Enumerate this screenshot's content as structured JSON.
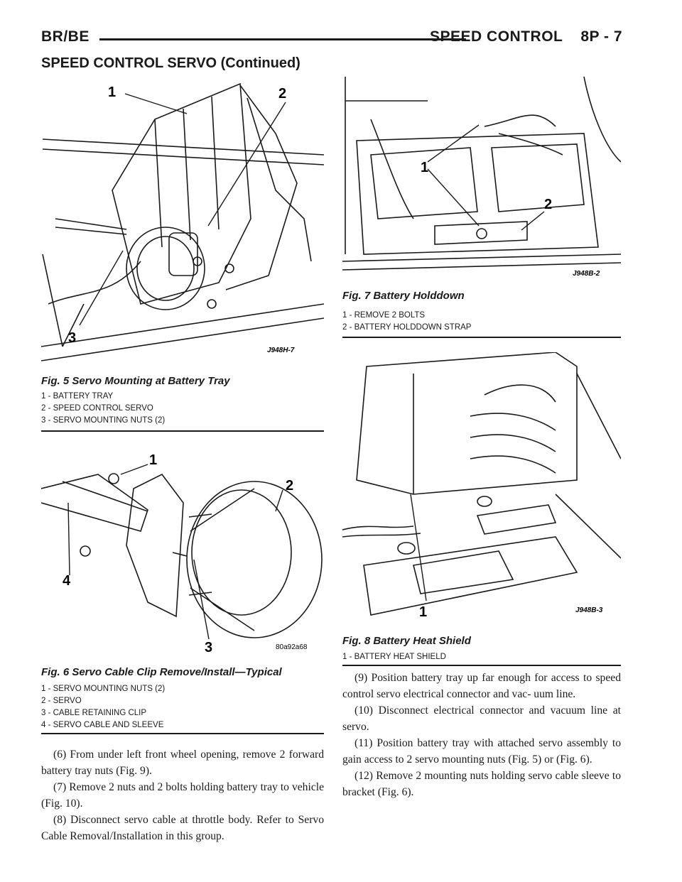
{
  "header": {
    "left": "BR/BE",
    "right_title": "SPEED CONTROL",
    "page_number": "8P - 7"
  },
  "section_title": "SPEED CONTROL SERVO (Continued)",
  "figures": {
    "fig5": {
      "code": "J948H-7",
      "caption": "Fig. 5 Servo Mounting at Battery Tray",
      "callouts": [
        "1",
        "2",
        "3"
      ],
      "legend": [
        "1 - BATTERY TRAY",
        "2 - SPEED CONTROL SERVO",
        "3 - SERVO MOUNTING NUTS (2)"
      ]
    },
    "fig6": {
      "code": "80a92a68",
      "caption": "Fig. 6 Servo Cable Clip Remove/Install—Typical",
      "callouts": [
        "1",
        "2",
        "3",
        "4"
      ],
      "legend": [
        "1 - SERVO MOUNTING NUTS (2)",
        "2 - SERVO",
        "3 - CABLE RETAINING CLIP",
        "4 - SERVO CABLE AND SLEEVE"
      ]
    },
    "fig7": {
      "code": "J948B-2",
      "caption": "Fig. 7 Battery Holddown",
      "callouts": [
        "1",
        "2"
      ],
      "legend": [
        "1 - REMOVE 2 BOLTS",
        "2 - BATTERY HOLDDOWN STRAP"
      ]
    },
    "fig8": {
      "code": "J948B-3",
      "caption": "Fig. 8 Battery Heat Shield",
      "callouts": [
        "1"
      ],
      "legend": [
        "1 - BATTERY HEAT SHIELD"
      ]
    }
  },
  "body_left": [
    "(6) From under left front wheel opening, remove 2 forward battery tray nuts (Fig. 9).",
    "(7) Remove 2 nuts and 2 bolts holding battery tray to vehicle (Fig. 10).",
    "(8) Disconnect servo cable at throttle body. Refer to Servo Cable Removal/Installation in this group."
  ],
  "body_right": [
    "(9) Position battery tray up far enough for access to speed control servo electrical connector and vac- uum line.",
    "(10) Disconnect electrical connector and vacuum line at servo.",
    "(11) Position battery tray with attached servo assembly to gain access to 2 servo mounting nuts (Fig. 5) or (Fig. 6).",
    "(12) Remove 2 mounting nuts holding servo cable sleeve to bracket (Fig. 6)."
  ]
}
